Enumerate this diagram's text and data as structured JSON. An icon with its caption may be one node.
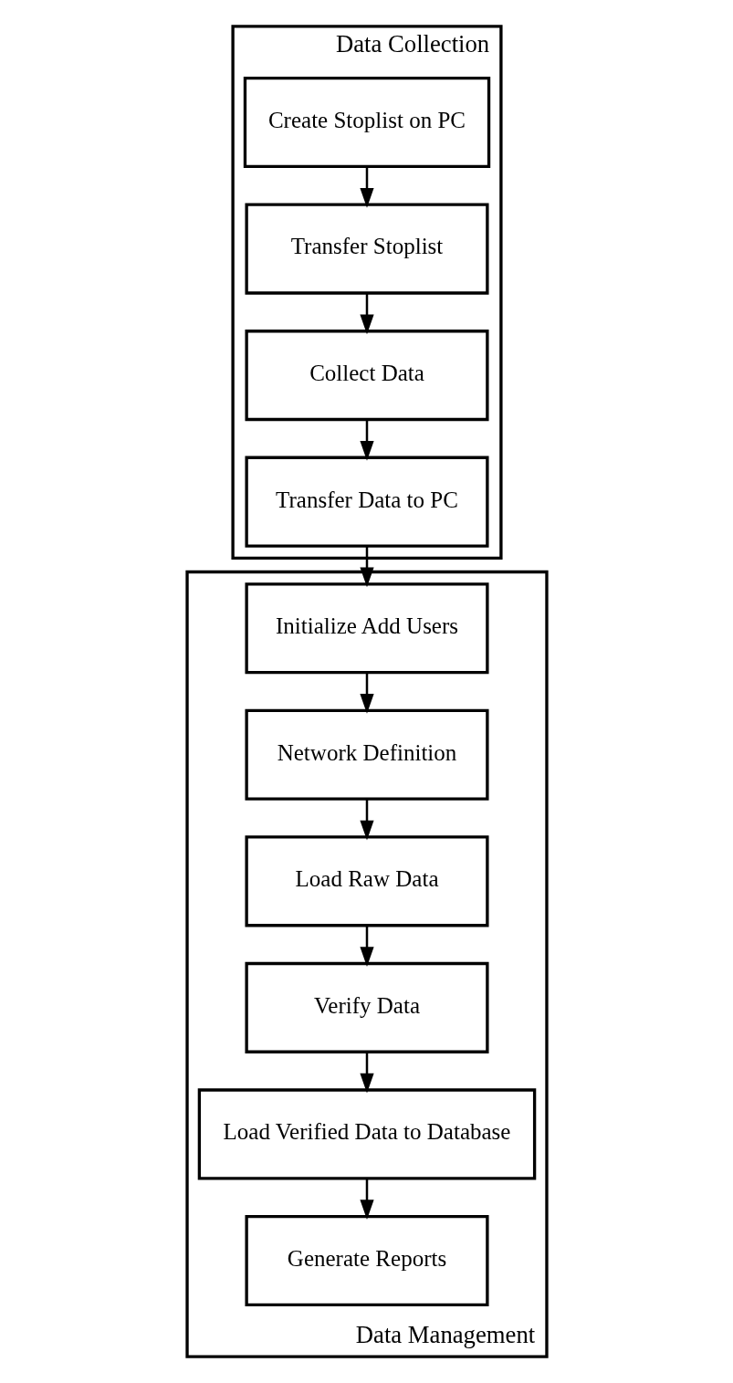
{
  "diagram": {
    "nodes": [
      {
        "text": [
          "Data Collection"
        ]
      },
      {
        "text": [
          "Create Stoplist on PC"
        ],
        "in": 0
      },
      {
        "text": [
          "Transfer Stoplist"
        ],
        "in": 0
      },
      {
        "text": [
          "Collect Data"
        ],
        "in": 0
      },
      {
        "text": [
          "Transfer Data to PC"
        ],
        "in": 0
      },
      {
        "text": [
          "Data Management"
        ]
      },
      {
        "text": [
          "Initialize Add Users"
        ],
        "in": 5
      },
      {
        "text": [
          "Network Definition"
        ],
        "in": 5
      },
      {
        "text": [
          "Load Raw Data"
        ],
        "in": 5
      },
      {
        "text": [
          "Verify Data"
        ],
        "in": 5
      },
      {
        "text": [
          "Load Verified Data to Database"
        ],
        "in": 5
      },
      {
        "text": [
          "Generate Reports"
        ],
        "in": 5
      }
    ],
    "edges": [
      {
        "from": 1,
        "to": 2,
        "arrow": "to"
      },
      {
        "from": 2,
        "to": 3,
        "arrow": "to"
      },
      {
        "from": 3,
        "to": 4,
        "arrow": "to"
      },
      {
        "from": 4,
        "to": 6,
        "arrow": "to"
      },
      {
        "from": 6,
        "to": 7,
        "arrow": "to"
      },
      {
        "from": 7,
        "to": 8,
        "arrow": "to"
      },
      {
        "from": 8,
        "to": 9,
        "arrow": "to"
      },
      {
        "from": 9,
        "to": 10,
        "arrow": "to"
      },
      {
        "from": 10,
        "to": 11,
        "arrow": "to"
      }
    ]
  }
}
